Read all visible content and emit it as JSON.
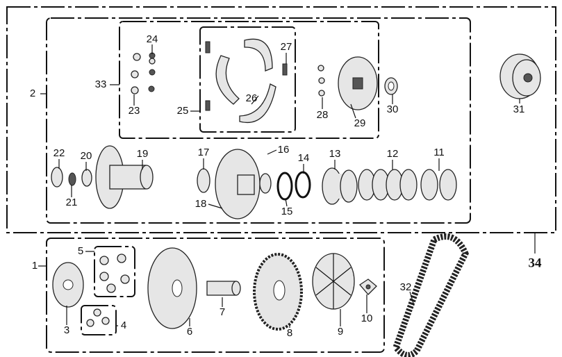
{
  "diagram": {
    "type": "exploded-parts-diagram",
    "groups": {
      "clutch_assembly": "2",
      "clutch_housing_kit": "34",
      "drive_pulley_assembly": "1",
      "clutch_shoe_group": "33",
      "roller_set": "5",
      "slider_set": "4"
    },
    "labels": {
      "p1": "1",
      "p2": "2",
      "p3": "3",
      "p4": "4",
      "p5": "5",
      "p6": "6",
      "p7": "7",
      "p8": "8",
      "p9": "9",
      "p10": "10",
      "p11": "11",
      "p12": "12",
      "p13": "13",
      "p14": "14",
      "p15": "15",
      "p16": "16",
      "p17": "17",
      "p18": "18",
      "p19": "19",
      "p20": "20",
      "p21": "21",
      "p22": "22",
      "p23": "23",
      "p24": "24",
      "p25": "25",
      "p26": "26",
      "p27": "27",
      "p28": "28",
      "p29": "29",
      "p30": "30",
      "p31": "31",
      "p32": "32",
      "p33": "33",
      "p34": "34"
    }
  }
}
